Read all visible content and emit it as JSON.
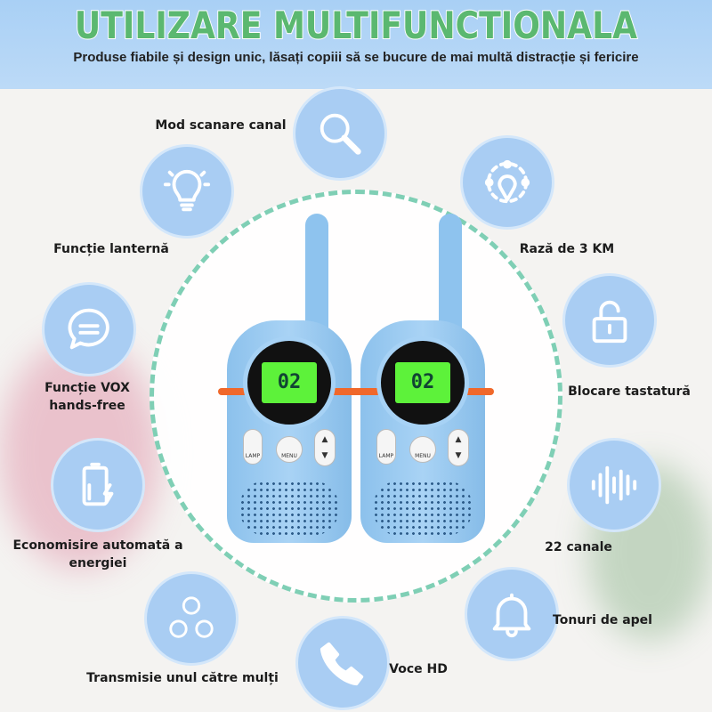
{
  "header": {
    "title": "UTILIZARE MULTIFUNCTIONALA",
    "subtitle": "Produse fiabile și design unic, lăsați copiii să se bucure de mai multă distracție și fericire"
  },
  "colors": {
    "title": "#5bb870",
    "feature_circle": "#a9cdf3",
    "ring": "#7fcfb5",
    "lcd": "#5df23a",
    "accent_stripe": "#f0682b"
  },
  "features": [
    {
      "icon": "search-icon",
      "label": "Mod scanare canal"
    },
    {
      "icon": "lightbulb-icon",
      "label": "Funcție lanternă"
    },
    {
      "icon": "range-location-icon",
      "label": "Rază de 3 KM"
    },
    {
      "icon": "chat-bubble-icon",
      "label": "Funcție VOX hands-free"
    },
    {
      "icon": "unlock-icon",
      "label": "Blocare tastatură"
    },
    {
      "icon": "battery-charging-icon",
      "label": "Economisire automată a energiei"
    },
    {
      "icon": "sound-wave-icon",
      "label": "22 canale"
    },
    {
      "icon": "group-faces-icon",
      "label": "Transmisie unul către mulți"
    },
    {
      "icon": "phone-icon",
      "label": "Voce HD"
    },
    {
      "icon": "bell-icon",
      "label": "Tonuri de apel"
    }
  ],
  "device": {
    "channel": "02",
    "menu_label": "MENU",
    "lamp_label": "LAMP"
  }
}
